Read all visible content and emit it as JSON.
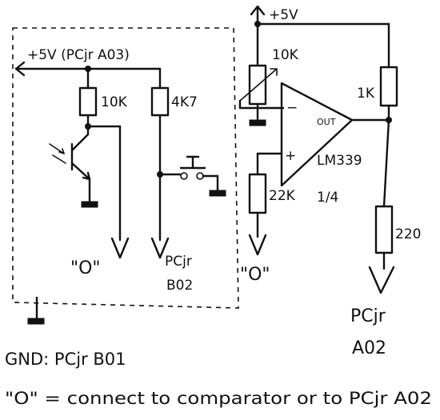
{
  "labels": {
    "vcc_left": "+5V (PCjr A03)",
    "vcc_right": "+5V",
    "r1": "10K",
    "r2": "4K7",
    "pot": "10K",
    "r_out": "1K",
    "r_in": "22K",
    "r_series": "220",
    "op_minus": "−",
    "op_plus": "+",
    "op_out": "OUT",
    "op_name": "LM339",
    "op_fraction": "1/4",
    "zero_left": "\"O\"",
    "zero_right": "\"O\"",
    "pcjr_b02_line1": "PCjr",
    "pcjr_b02_line2": "B02",
    "pcjr_a02_line1": "PCjr",
    "pcjr_a02_line2": "A02"
  },
  "notes": {
    "gnd": "GND: PCjr  B01",
    "zero_def": "\"O\" = connect to comparator or to PCjr A02"
  }
}
